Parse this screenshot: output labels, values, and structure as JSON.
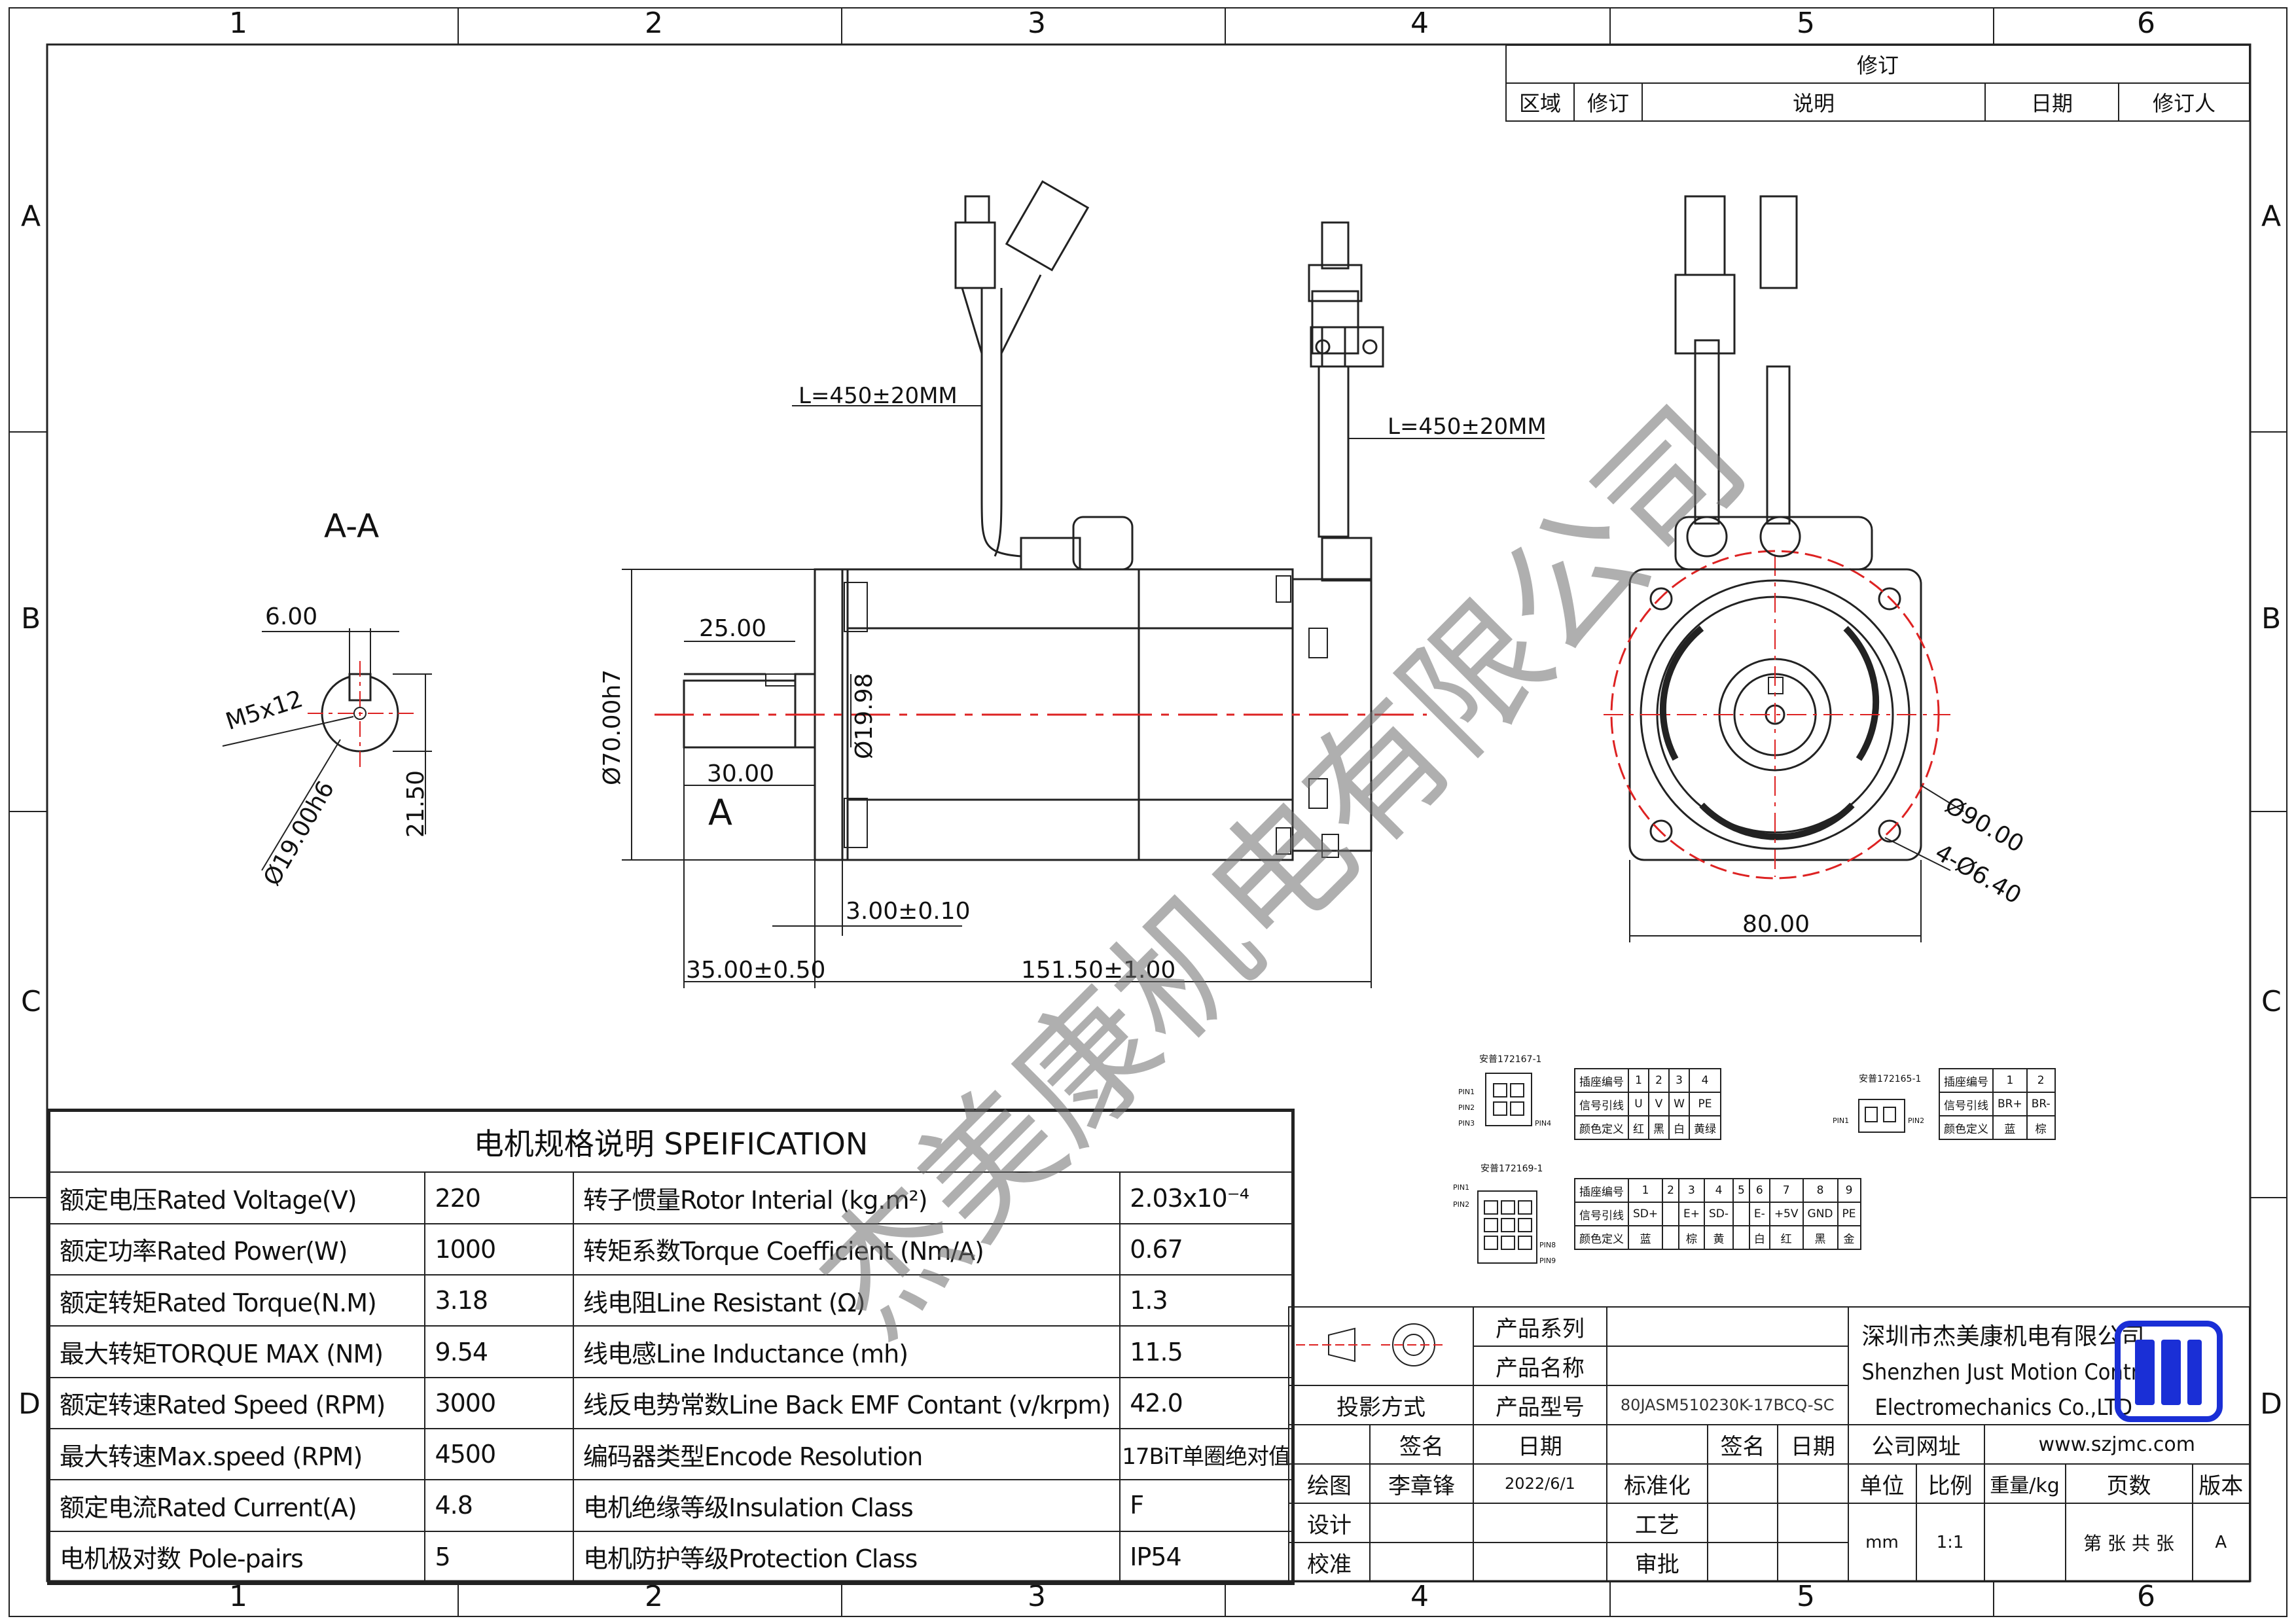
{
  "frame": {
    "col_labels": [
      "1",
      "2",
      "3",
      "4",
      "5",
      "6"
    ],
    "row_labels": [
      "A",
      "B",
      "C",
      "D"
    ]
  },
  "revision": {
    "title": "修订",
    "headers": [
      "区域",
      "修订",
      "说明",
      "日期",
      "修订人"
    ]
  },
  "watermark": "杰美康机电有限公司",
  "section_view": {
    "label": "A-A",
    "dims": {
      "key_width": "6.00",
      "thread": "M5x12",
      "shaft_dia": "Ø19.00h6",
      "key_height": "21.50"
    }
  },
  "side_view": {
    "section_marker": "A",
    "dims": {
      "cable1": "L=450±20MM",
      "cable2": "L=450±20MM",
      "pilot": "Ø70.00h7",
      "shaft_len1": "25.00",
      "shaft_len2": "30.00",
      "shaft_dia": "Ø19.98",
      "flange": "3.00±0.10",
      "shaft_ext": "35.00±0.50",
      "body_len": "151.50±1.00"
    }
  },
  "front_view": {
    "dims": {
      "pcd": "Ø90.00",
      "holes": "4-Ø6.40",
      "square": "80.00"
    }
  },
  "connectors": {
    "c1": {
      "label": "安普172167-1",
      "pin_labels": [
        "PIN1",
        "PIN2",
        "PIN3",
        "PIN4"
      ],
      "rows": [
        [
          "插座编号",
          "1",
          "2",
          "3",
          "4"
        ],
        [
          "信号引线",
          "U",
          "V",
          "W",
          "PE"
        ],
        [
          "颜色定义",
          "红",
          "黑",
          "白",
          "黄绿"
        ]
      ]
    },
    "c2": {
      "label": "安普172165-1",
      "pin_labels": [
        "PIN1",
        "PIN2"
      ],
      "rows": [
        [
          "插座编号",
          "1",
          "2"
        ],
        [
          "信号引线",
          "BR+",
          "BR-"
        ],
        [
          "颜色定义",
          "蓝",
          "棕"
        ]
      ]
    },
    "c3": {
      "label": "安普172169-1",
      "pin_labels": [
        "PIN1",
        "PIN2",
        "PIN8",
        "PIN9"
      ],
      "rows": [
        [
          "插座编号",
          "1",
          "2",
          "3",
          "4",
          "5",
          "6",
          "7",
          "8",
          "9"
        ],
        [
          "信号引线",
          "SD+",
          "",
          "E+",
          "SD-",
          "",
          "E-",
          "+5V",
          "GND",
          "PE"
        ],
        [
          "颜色定义",
          "蓝",
          "",
          "棕",
          "黄",
          "",
          "白",
          "红",
          "黑",
          "金"
        ]
      ]
    }
  },
  "spec": {
    "title": "电机规格说明 SPEIFICATION",
    "rows": [
      {
        "l1": "额定电压Rated Voltage(V)",
        "v1": "220",
        "l2": "转子惯量Rotor Interial (kg.m²)",
        "v2": "2.03x10⁻⁴"
      },
      {
        "l1": "额定功率Rated Power(W)",
        "v1": "1000",
        "l2": "转矩系数Torque Coefficient (Nm/A)",
        "v2": "0.67"
      },
      {
        "l1": "额定转矩Rated Torque(N.M)",
        "v1": "3.18",
        "l2": "线电阻Line Resistant (Ω)",
        "v2": "1.3"
      },
      {
        "l1": "最大转矩TORQUE MAX (NM)",
        "v1": "9.54",
        "l2": "线电感Line Inductance (mh)",
        "v2": "11.5"
      },
      {
        "l1": "额定转速Rated Speed (RPM)",
        "v1": "3000",
        "l2": "线反电势常数Line Back EMF Contant (v/krpm)",
        "v2": "42.0"
      },
      {
        "l1": "最大转速Max.speed (RPM)",
        "v1": "4500",
        "l2": "编码器类型Encode Resolution",
        "v2": "17BiT单圈绝对值"
      },
      {
        "l1": "额定电流Rated Current(A)",
        "v1": "4.8",
        "l2": "电机绝缘等级Insulation Class",
        "v2": "F"
      },
      {
        "l1": "电机极对数 Pole-pairs",
        "v1": "5",
        "l2": "电机防护等级Protection Class",
        "v2": "IP54"
      }
    ]
  },
  "title_block": {
    "product_series": "产品系列",
    "product_name": "产品名称",
    "product_model": "产品型号",
    "model_value": "80JASM510230K-17BCQ-SC",
    "projection": "投影方式",
    "sign": "签名",
    "date": "日期",
    "sign2": "签名",
    "date2": "日期",
    "draw": "绘图",
    "drawer": "李章锋",
    "draw_date": "2022/6/1",
    "standard": "标准化",
    "design": "设计",
    "process": "工艺",
    "check": "校准",
    "approve": "审批",
    "company_cn": "深圳市杰美康机电有限公司",
    "company_en1": "Shenzhen Just Motion Control",
    "company_en2": "Electromechanics Co.,LTD",
    "website_label": "公司网址",
    "website": "www.szjmc.com",
    "unit_label": "单位",
    "scale_label": "比例",
    "weight_label": "重量/kg",
    "pages_label": "页数",
    "version_label": "版本",
    "unit": "mm",
    "scale": "1:1",
    "pages": "第 张 共 张",
    "version": "A",
    "logo_color": "#1a2fd6"
  }
}
